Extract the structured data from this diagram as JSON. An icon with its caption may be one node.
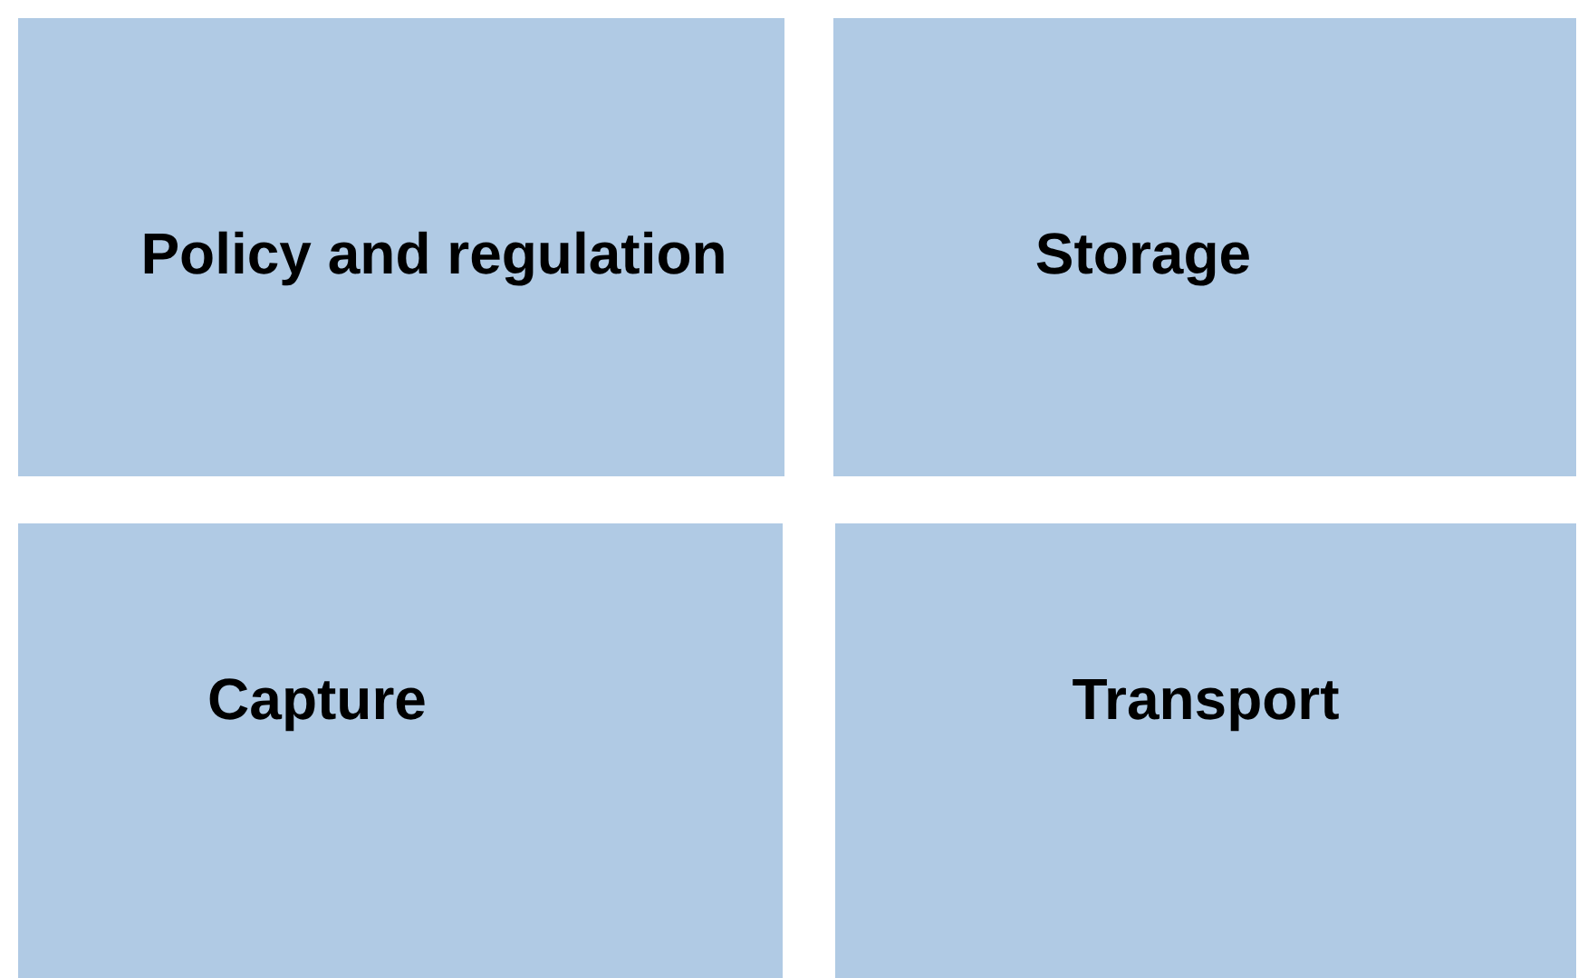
{
  "diagram": {
    "nodes": [
      {
        "text": [
          "Policy and regulation"
        ]
      },
      {
        "text": [
          "Storage"
        ]
      },
      {
        "text": [
          "Capture"
        ]
      },
      {
        "text": [
          "Transport"
        ]
      }
    ]
  }
}
